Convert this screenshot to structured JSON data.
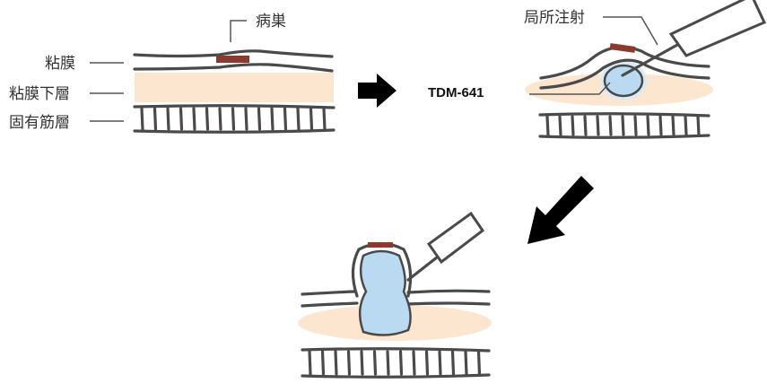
{
  "labels": {
    "lesion": "病巣",
    "mucosa": "粘膜",
    "submucosa": "粘膜下層",
    "muscularis": "固有筋層",
    "local_injection": "局所注射",
    "agent": "TDM-641"
  },
  "colors": {
    "submucosa": "#fde6cf",
    "lesion": "#8b3a2e",
    "injected_fluid": "#b9daf0",
    "line": "#4a4a4a",
    "arrow": "#000000"
  }
}
